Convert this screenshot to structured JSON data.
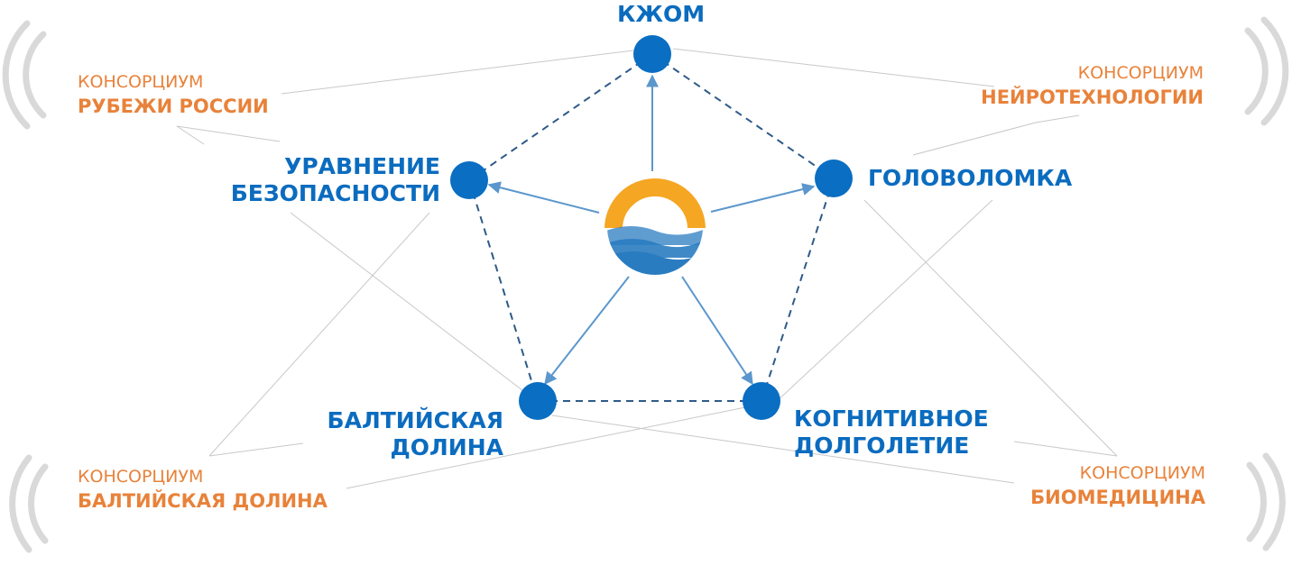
{
  "colors": {
    "node": "#0a6ec2",
    "node_text": "#0b6cbf",
    "arrow": "#5b97cc",
    "dashed": "#2e5a88",
    "consortium": "#e8823a",
    "thin_line": "#c8c8c8",
    "wave": "#d9d9d9",
    "logo_sun": "#f5a623",
    "logo_water": "#2a7cc1"
  },
  "center": {
    "logo_icon": "sun-over-waves-logo"
  },
  "nodes": {
    "kzhom": {
      "line1": "КЖОМ"
    },
    "security": {
      "line1": "УРАВНЕНИЕ",
      "line2": "БЕЗОПАСНОСТИ"
    },
    "puzzle": {
      "line1": "ГОЛОВОЛОМКА"
    },
    "baltic": {
      "line1": "БАЛТИЙСКАЯ",
      "line2": "ДОЛИНА"
    },
    "cognitive": {
      "line1": "КОГНИТИВНОЕ",
      "line2": "ДОЛГОЛЕТИЕ"
    }
  },
  "consortia": {
    "borders": {
      "prefix": "КОНСОРЦИУМ",
      "name": "РУБЕЖИ РОССИИ"
    },
    "neuro": {
      "prefix": "КОНСОРЦИУМ",
      "name": "НЕЙРОТЕХНОЛОГИИ"
    },
    "baltic": {
      "prefix": "КОНСОРЦИУМ",
      "name": "БАЛТИЙСКАЯ ДОЛИНА"
    },
    "biomed": {
      "prefix": "КОНСОРЦИУМ",
      "name": "БИОМЕДИЦИНА"
    }
  }
}
